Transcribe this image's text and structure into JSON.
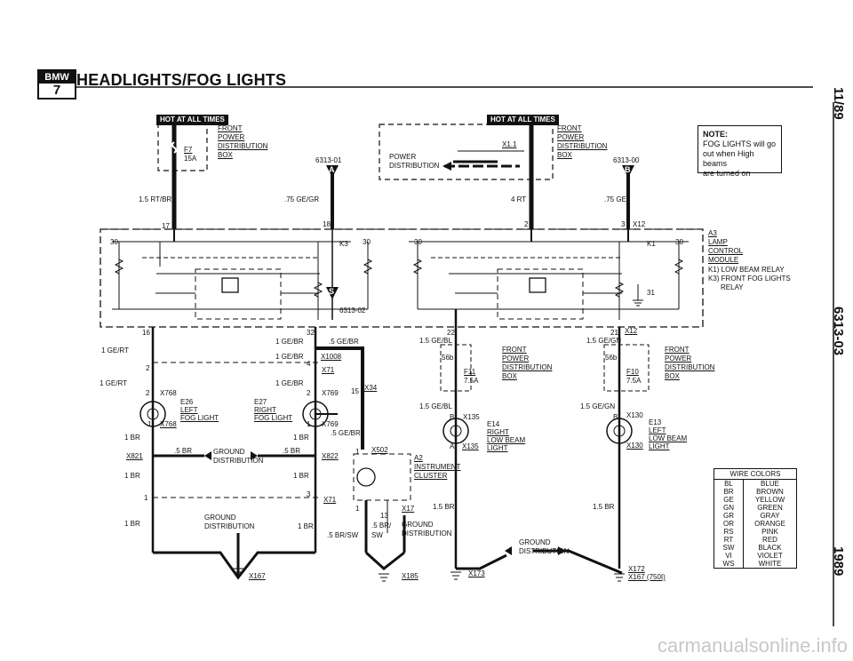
{
  "header": {
    "logo_top": "BMW",
    "logo_bottom": "7",
    "title": "HEADLIGHTS/FOG LIGHTS"
  },
  "side": {
    "date": "11/89",
    "section": "6313-03",
    "year": "1989"
  },
  "note": {
    "heading": "NOTE:",
    "body_lines": [
      "FOG LIGHTS will go",
      "out when High beams",
      "are turned on"
    ]
  },
  "labels": {
    "hot_left": "HOT AT ALL TIMES",
    "hot_right": "HOT AT ALL TIMES",
    "fpd_front": "FRONT",
    "fpd_power": "POWER",
    "fpd_distribution": "DISTRIBUTION",
    "fpd_box": "BOX",
    "fuse_f7": "F7",
    "fuse_15a": "15A",
    "wire_15rtbr": "1.5 RT/BR",
    "wire_75gegr": ".75 GE/GR",
    "ref_6313_01": "6313-01",
    "pd_power": "POWER",
    "pd_distribution": "DISTRIBUTION",
    "conn_x11": "X1.1",
    "wire_4rt": "4 RT",
    "ref_6313_00": "6313-00",
    "wire_75ge": ".75 GE",
    "arrow_a": "A",
    "arrow_b": "B",
    "arrow_s": "S",
    "pin_17": "17",
    "pin_18": "18",
    "pin_2": "2",
    "pin_3": "3",
    "conn_x12a": "X12",
    "k3": "K3",
    "k1": "K1",
    "pin_30a": "30",
    "pin_30b": "30",
    "pin_30c": "30",
    "pin_30d": "30",
    "a3": "A3",
    "lamp": "LAMP",
    "control": "CONTROL",
    "module": "MODULE",
    "k1_desc": "K1) LOW BEAM RELAY",
    "k3_desc": "K3) FRONT FOG LIGHTS",
    "relay": "RELAY",
    "pin_31": "31",
    "ref_6313_02": "6313-02",
    "pin_16": "16",
    "pin_32": "32",
    "wire_gebr1": "1 GE/BR",
    "wire_5gebr": ".5 GE/BR",
    "wire_1gert": "1 GE/RT",
    "wire_gebr2": "1 GE/BR",
    "conn_x1008": "X1008",
    "pin_4": "4",
    "pin_2b": "2",
    "conn_x71": "X71",
    "wire_1gert2": "1 GE/RT",
    "wire_gebr3": "1 GE/BR",
    "pin_2c": "2",
    "conn_x769a": "X769",
    "pin_15": "15",
    "conn_x34": "X34",
    "pin_2d": "2",
    "conn_x768a": "X768",
    "e26": "E26",
    "left": "LEFT",
    "fog_light_l": "FOG LIGHT",
    "e27": "E27",
    "right": "RIGHT",
    "fog_light_r": "FOG LIGHT",
    "pin_1a": "1",
    "conn_x768b": "X768",
    "pin_1b": "1",
    "conn_x769b": "X769",
    "wire_5gebr2": ".5 GE/BR",
    "wire_1br_a": "1 BR",
    "wire_1br_b": "1 BR",
    "wire_5br_a": ".5 BR",
    "ground": "GROUND",
    "wire_5br_b": ".5 BR",
    "conn_x821": "X821",
    "distribution": "DISTRIBUTION",
    "conn_x822": "X822",
    "pin_1c": "1",
    "conn_x502": "X502",
    "a2": "A2",
    "instrument": "INSTRUMENT",
    "cluster": "CLUSTER",
    "wire_1br_c": "1 BR",
    "wire_1br_d": "1 BR",
    "pin_1d": "1",
    "pin_3b": "3",
    "conn_x71b": "X71",
    "pin_1e": "1",
    "conn_x17": "X17",
    "pin_13": "13",
    "wire_15br_a": "1.5 BR",
    "wire_1br_e": "1 BR",
    "ground2": "GROUND",
    "distribution2": "DISTRIBUTION",
    "wire_1br_f": "1 BR",
    "wire_5br_c": ".5 BR/",
    "sw": "SW",
    "wire_5brsw": ".5 BR/SW",
    "ground3": "GROUND",
    "distribution3": "DISTRIBUTION",
    "conn_x167a": "X167",
    "conn_x185": "X185",
    "conn_x173": "X173",
    "ground4": "GROUND",
    "distribution4": "DISTRIBUTION",
    "conn_x172": "X172",
    "conn_x167b": "X167 (750I)",
    "wire_15br_b": "1.5 BR",
    "wire_15br_c": "1.5 BR",
    "pin_22": "22",
    "pin_21": "21",
    "conn_x12b": "X12",
    "wire_15gebl": "1.5 GE/BL",
    "wire_15gegn": "1.5 GE/GN",
    "pin_56b_a": "56b",
    "pin_56b_b": "56b",
    "f11": "F11",
    "f10": "F10",
    "a75_a": "7.5A",
    "a75_b": "7.5A",
    "wire_15gebl2": "1.5 GE/BL",
    "wire_15gegn2": "1.5 GE/GN",
    "pin_b_a": "B",
    "pin_b_b": "B",
    "conn_x135a": "X135",
    "conn_x130a": "X130",
    "e14": "E14",
    "e14_right": "RIGHT",
    "e14_low": "LOW BEAM",
    "e14_light": "LIGHT",
    "e13": "E13",
    "e13_left": "LEFT",
    "e13_low": "LOW BEAM",
    "e13_light": "LIGHT",
    "pin_a_a": "A",
    "conn_x135b": "X135",
    "conn_x130b": "X130"
  },
  "wire_colors": {
    "title": "WIRE COLORS",
    "rows": [
      {
        "code": "BL",
        "color": "BLUE"
      },
      {
        "code": "BR",
        "color": "BROWN"
      },
      {
        "code": "GE",
        "color": "YELLOW"
      },
      {
        "code": "GN",
        "color": "GREEN"
      },
      {
        "code": "GR",
        "color": "GRAY"
      },
      {
        "code": "OR",
        "color": "ORANGE"
      },
      {
        "code": "RS",
        "color": "PINK"
      },
      {
        "code": "RT",
        "color": "RED"
      },
      {
        "code": "SW",
        "color": "BLACK"
      },
      {
        "code": "VI",
        "color": "VIOLET"
      },
      {
        "code": "WS",
        "color": "WHITE"
      }
    ]
  },
  "watermark": "carmanualsonline.info"
}
